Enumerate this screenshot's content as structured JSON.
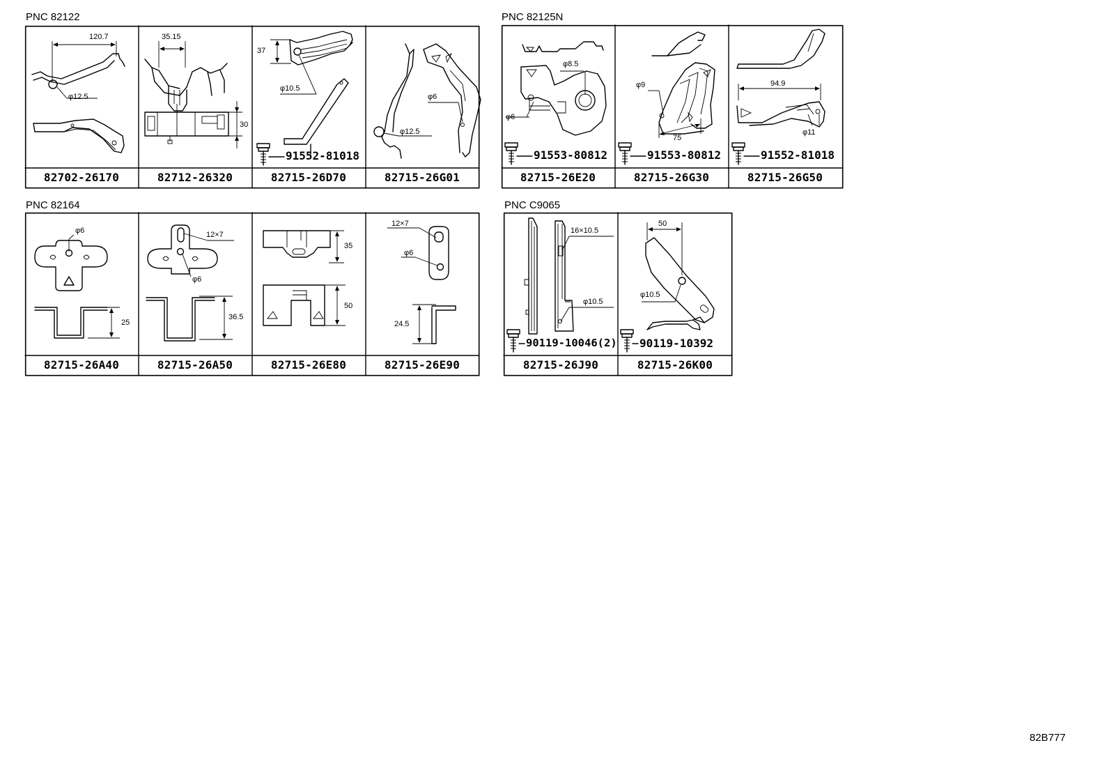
{
  "groups": {
    "g1": {
      "pnc": "PNC 82122",
      "parts": [
        "82702-26170",
        "82712-26320",
        "82715-26D70",
        "82715-26G01"
      ],
      "dims": {
        "d1": "120.7",
        "d2": "φ12.5",
        "d3": "35.15",
        "d4": "30",
        "d5": "37",
        "d6": "φ10.5",
        "d7": "φ6",
        "d8": "φ12.5"
      },
      "bolts": {
        "b1": "91552-81018"
      }
    },
    "g2": {
      "pnc": "PNC 82125N",
      "parts": [
        "82715-26E20",
        "82715-26G30",
        "82715-26G50"
      ],
      "dims": {
        "d1": "φ8.5",
        "d2": "φ6",
        "d3": "φ9",
        "d4": "75",
        "d5": "94.9",
        "d6": "φ11"
      },
      "bolts": {
        "b1": "91553-80812",
        "b2": "91553-80812",
        "b3": "91552-81018"
      }
    },
    "g3": {
      "pnc": "PNC 82164",
      "parts": [
        "82715-26A40",
        "82715-26A50",
        "82715-26E80",
        "82715-26E90"
      ],
      "dims": {
        "d1": "φ6",
        "d2": "25",
        "d3": "12×7",
        "d4": "φ6",
        "d5": "36.5",
        "d6": "35",
        "d7": "50",
        "d8": "12×7",
        "d9": "φ6",
        "d10": "24.5"
      }
    },
    "g4": {
      "pnc": "PNC C9065",
      "parts": [
        "82715-26J90",
        "82715-26K00"
      ],
      "dims": {
        "d1": "16×10.5",
        "d2": "φ10.5",
        "d3": "50",
        "d4": "φ10.5"
      },
      "bolts": {
        "b1": "90119-10046(2)",
        "b2": "90119-10392"
      }
    }
  },
  "figure_code": "82B777"
}
